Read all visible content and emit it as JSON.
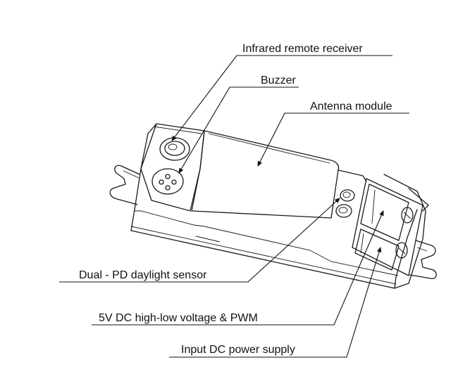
{
  "labels": {
    "infrared_remote_receiver": "Infrared remote receiver",
    "buzzer": "Buzzer",
    "antenna_module": "Antenna module",
    "dual_pd_daylight_sensor": "Dual - PD daylight sensor",
    "pwm_input": "5V DC high-low voltage & PWM",
    "input_dc_power_supply": "Input DC power supply"
  },
  "colors": {
    "line": "#1a1a1a",
    "background": "#ffffff"
  }
}
